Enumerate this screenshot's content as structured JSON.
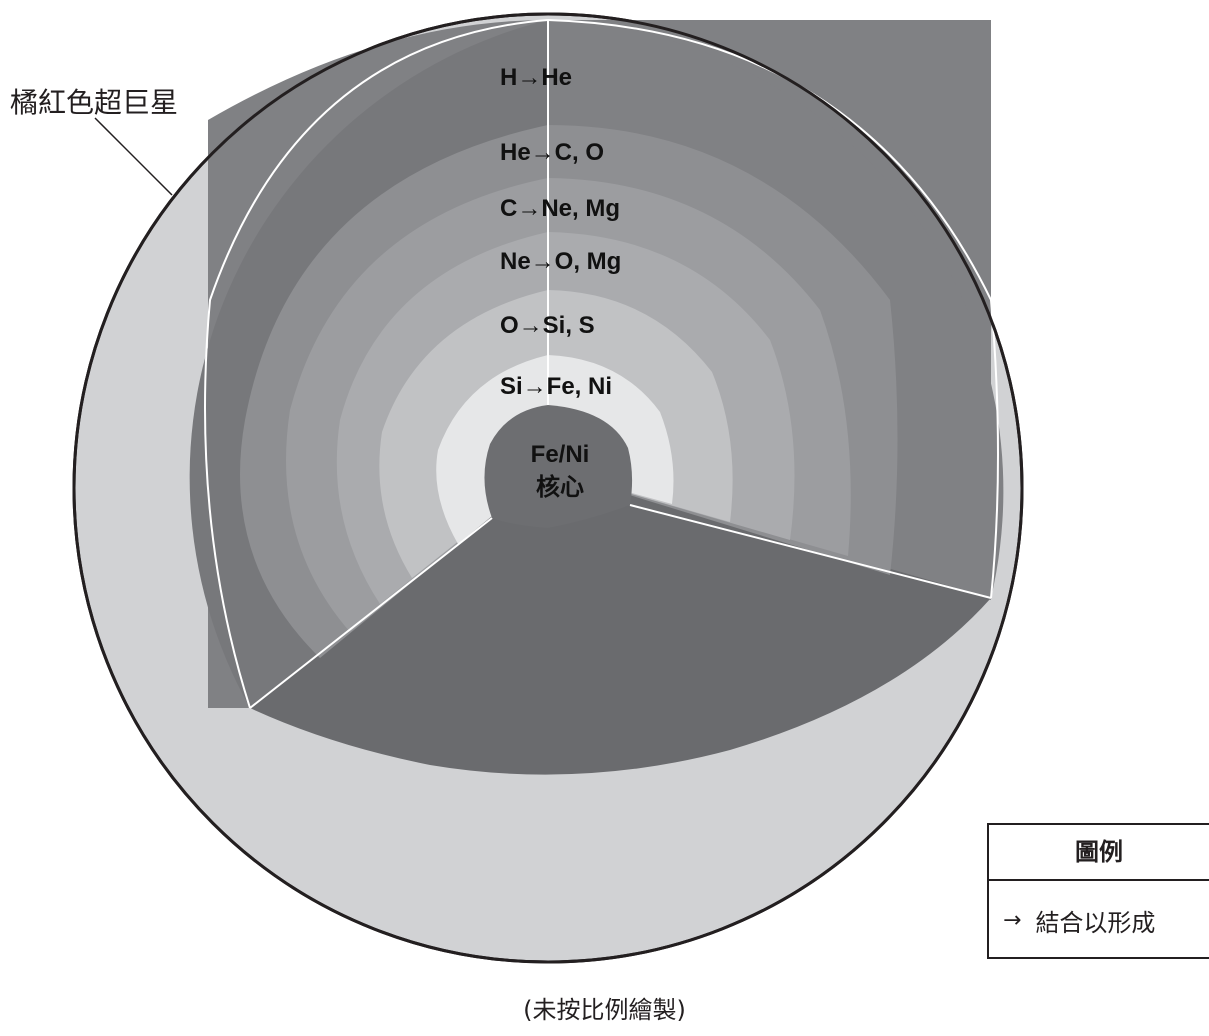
{
  "diagram": {
    "shell_label": "橘紅色超巨星",
    "layers": [
      {
        "reaction": "H→He"
      },
      {
        "reaction": "He→C, O"
      },
      {
        "reaction": "C→Ne, Mg"
      },
      {
        "reaction": "Ne→O, Mg"
      },
      {
        "reaction": "O→Si, S"
      },
      {
        "reaction": "Si→Fe, Ni"
      }
    ],
    "core": {
      "line1": "Fe/Ni",
      "line2": "核心"
    }
  },
  "legend": {
    "title": "圖例",
    "arrow": "→",
    "item": "結合以形成"
  },
  "note": "(未按比例繪製)",
  "colors": {
    "outer_shell": "#d1d2d4",
    "outline": "#231f20",
    "layers": [
      "#808184",
      "#8e8f92",
      "#9c9da0",
      "#aaabae",
      "#c1c2c4",
      "#e6e7e8"
    ],
    "core": "#6d6e71",
    "bottom_face": "#6a6b6e"
  }
}
